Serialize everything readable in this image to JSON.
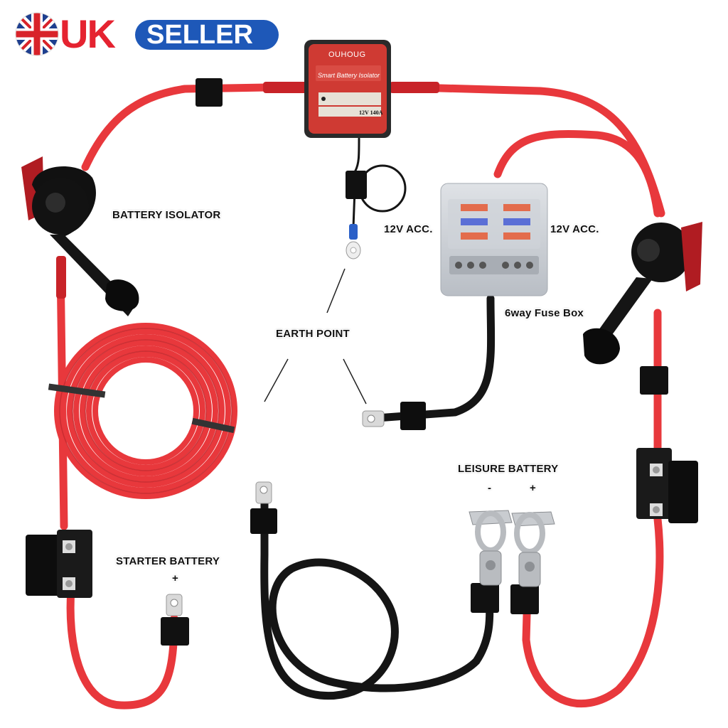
{
  "badge": {
    "uk": "UK",
    "seller": "SELLER"
  },
  "isolator_device": {
    "brand": "OUHOUG",
    "subtitle": "Smart Battery Isolator",
    "rating": "12V 140A"
  },
  "labels": {
    "battery_isolator": "BATTERY ISOLATOR",
    "acc_left": "12V ACC.",
    "acc_right": "12V ACC.",
    "fuse_box": "6way Fuse Box",
    "earth_point": "EARTH POINT",
    "leisure_battery": "LEISURE BATTERY",
    "leisure_minus": "-",
    "leisure_plus": "+",
    "starter_battery": "STARTER BATTERY",
    "starter_plus": "+"
  },
  "colors": {
    "red_cable": "#e8383c",
    "black_cable": "#151515",
    "badge_red": "#e52330",
    "badge_blue": "#1e58b8"
  }
}
